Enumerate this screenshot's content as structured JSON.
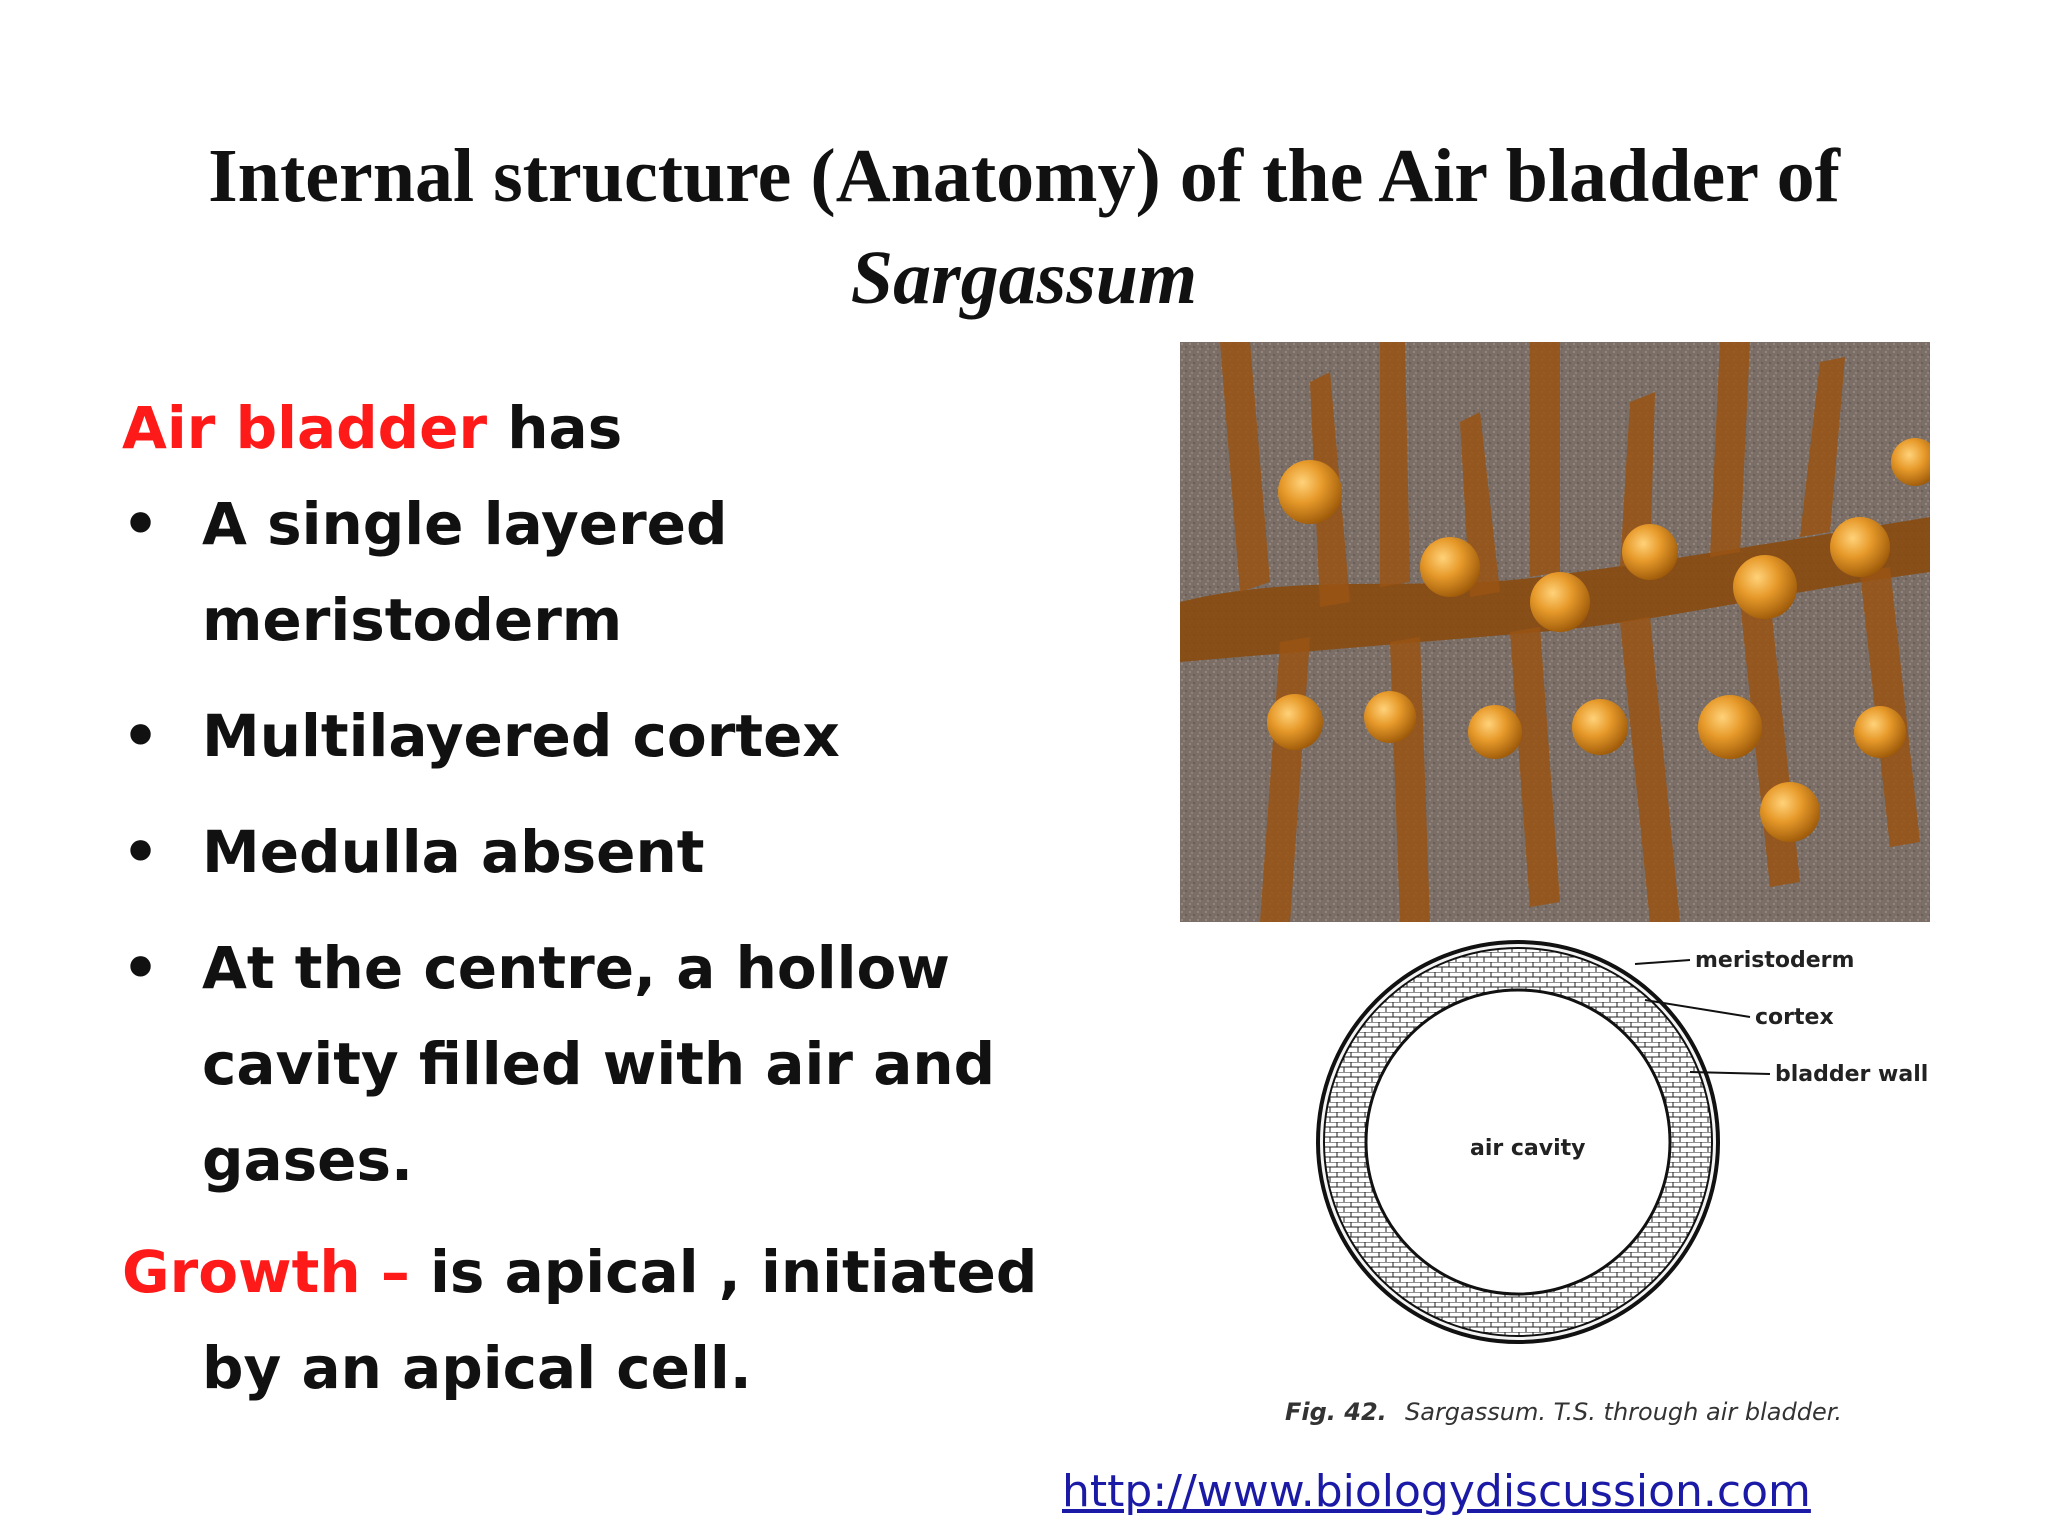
{
  "slide": {
    "title_line1": "Internal structure (Anatomy)  of the Air bladder of",
    "title_line2": "Sargassum",
    "intro_red": "Air bladder",
    "intro_rest": " has",
    "bullets": [
      {
        "line1": "A single layered",
        "line2": "meristoderm"
      },
      {
        "line1": "Multilayered cortex"
      },
      {
        "line1": "Medulla absent"
      },
      {
        "line1": "At the centre, a hollow",
        "line2": "cavity filled with air and",
        "line3": "gases."
      }
    ],
    "growth_red": "Growth –",
    "growth_rest": " is apical , initiated",
    "growth_line2": "by an apical cell.",
    "bullet_char": "•",
    "link": "http://www.biologydiscussion.com"
  },
  "diagram": {
    "labels": {
      "meristoderm": "meristoderm",
      "cortex": "cortex",
      "bladder_wall": "bladder wall",
      "air_cavity": "air cavity"
    },
    "caption_fig": "Fig. 42.",
    "caption_text": "Sargassum. T.S. through air bladder."
  },
  "colors": {
    "accent_red": "#ff1a1a",
    "link_blue": "#1a1aa6",
    "text": "#111111"
  }
}
